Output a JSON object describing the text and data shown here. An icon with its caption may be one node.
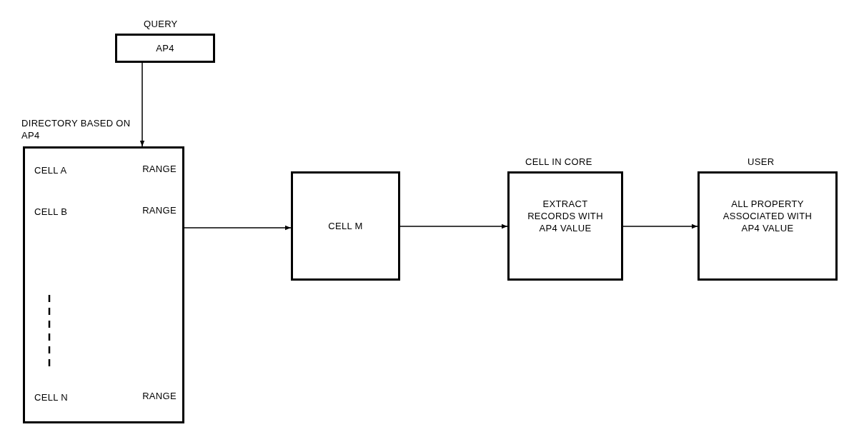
{
  "diagram": {
    "nodes": [
      {
        "text": [
          "QUERY",
          "AP4"
        ]
      },
      {
        "text": [
          "DIRECTORY BASED ON AP4",
          "CELL A",
          "RANGE",
          "CELL B",
          "RANGE",
          "CELL N",
          "RANGE"
        ]
      },
      {
        "text": [
          "CELL M"
        ]
      },
      {
        "text": [
          "CELL IN CORE",
          "EXTRACT RECORDS WITH AP4 VALUE"
        ]
      },
      {
        "text": [
          "USER",
          "ALL PROPERTY ASSOCIATED WITH AP4 VALUE"
        ]
      }
    ],
    "edges": [
      {
        "from": 0,
        "to": 1,
        "arrow": "to"
      },
      {
        "from": 1,
        "to": 2,
        "arrow": "to"
      },
      {
        "from": 2,
        "to": 3,
        "arrow": "to"
      },
      {
        "from": 3,
        "to": 4,
        "arrow": "to"
      }
    ]
  }
}
